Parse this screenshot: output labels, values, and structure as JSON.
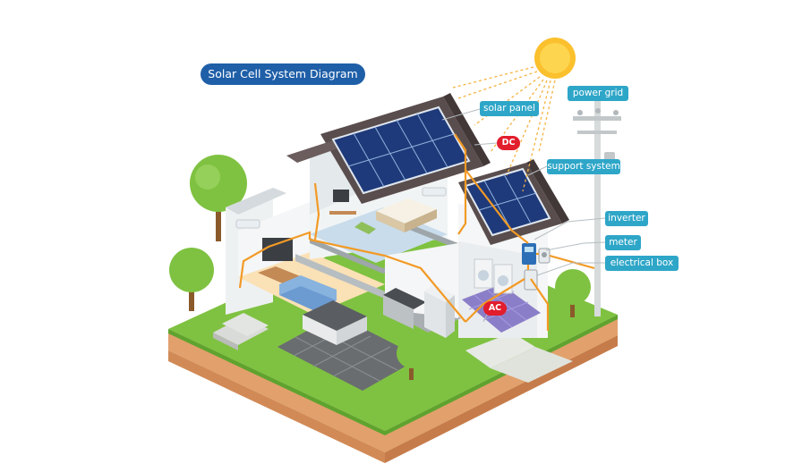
{
  "title": "Solar Cell System Diagram",
  "labels": {
    "power_grid": "power grid",
    "solar_panel": "solar panel",
    "support_system": "support system",
    "inverter": "inverter",
    "meter": "meter",
    "electrical_box": "electrical box"
  },
  "current_types": {
    "dc": "DC",
    "ac": "AC"
  },
  "colors": {
    "title_background": "#1f5fa8",
    "label_background": "#2ea6c8",
    "current_badge": "#e21d2c",
    "wiring": "#f29a25",
    "sun": "#fbc02d",
    "grass": "#7fc241",
    "soil": "#e2a06c",
    "roof": "#5a4d4d",
    "solar_cell": "#1f3a7a"
  }
}
